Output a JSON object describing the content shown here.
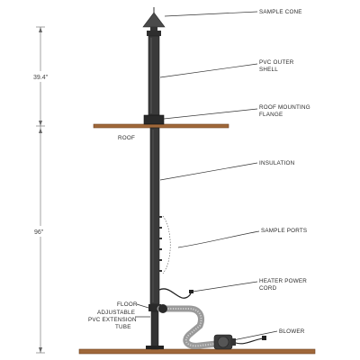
{
  "labels": {
    "sample_cone": "SAMPLE CONE",
    "pvc_outer_shell_1": "PVC OUTER",
    "pvc_outer_shell_2": "SHELL",
    "roof_mounting_flange_1": "ROOF MOUNTING",
    "roof_mounting_flange_2": "FLANGE",
    "roof": "ROOF",
    "insulation": "INSULATION",
    "sample_ports": "SAMPLE PORTS",
    "heater_power_cord_1": "HEATER POWER",
    "heater_power_cord_2": "CORD",
    "floor": "FLOOR",
    "extension_tube_1": "ADJUSTABLE",
    "extension_tube_2": "PVC EXTENSION",
    "extension_tube_3": "TUBE",
    "blower": "BLOWER"
  },
  "dimensions": {
    "upper": "39.4\"",
    "lower": "96\""
  },
  "colors": {
    "pipe": "#3a3a3a",
    "pipe_dark": "#222222",
    "wood": "#a0683a",
    "duct": "#9a9a9a"
  }
}
